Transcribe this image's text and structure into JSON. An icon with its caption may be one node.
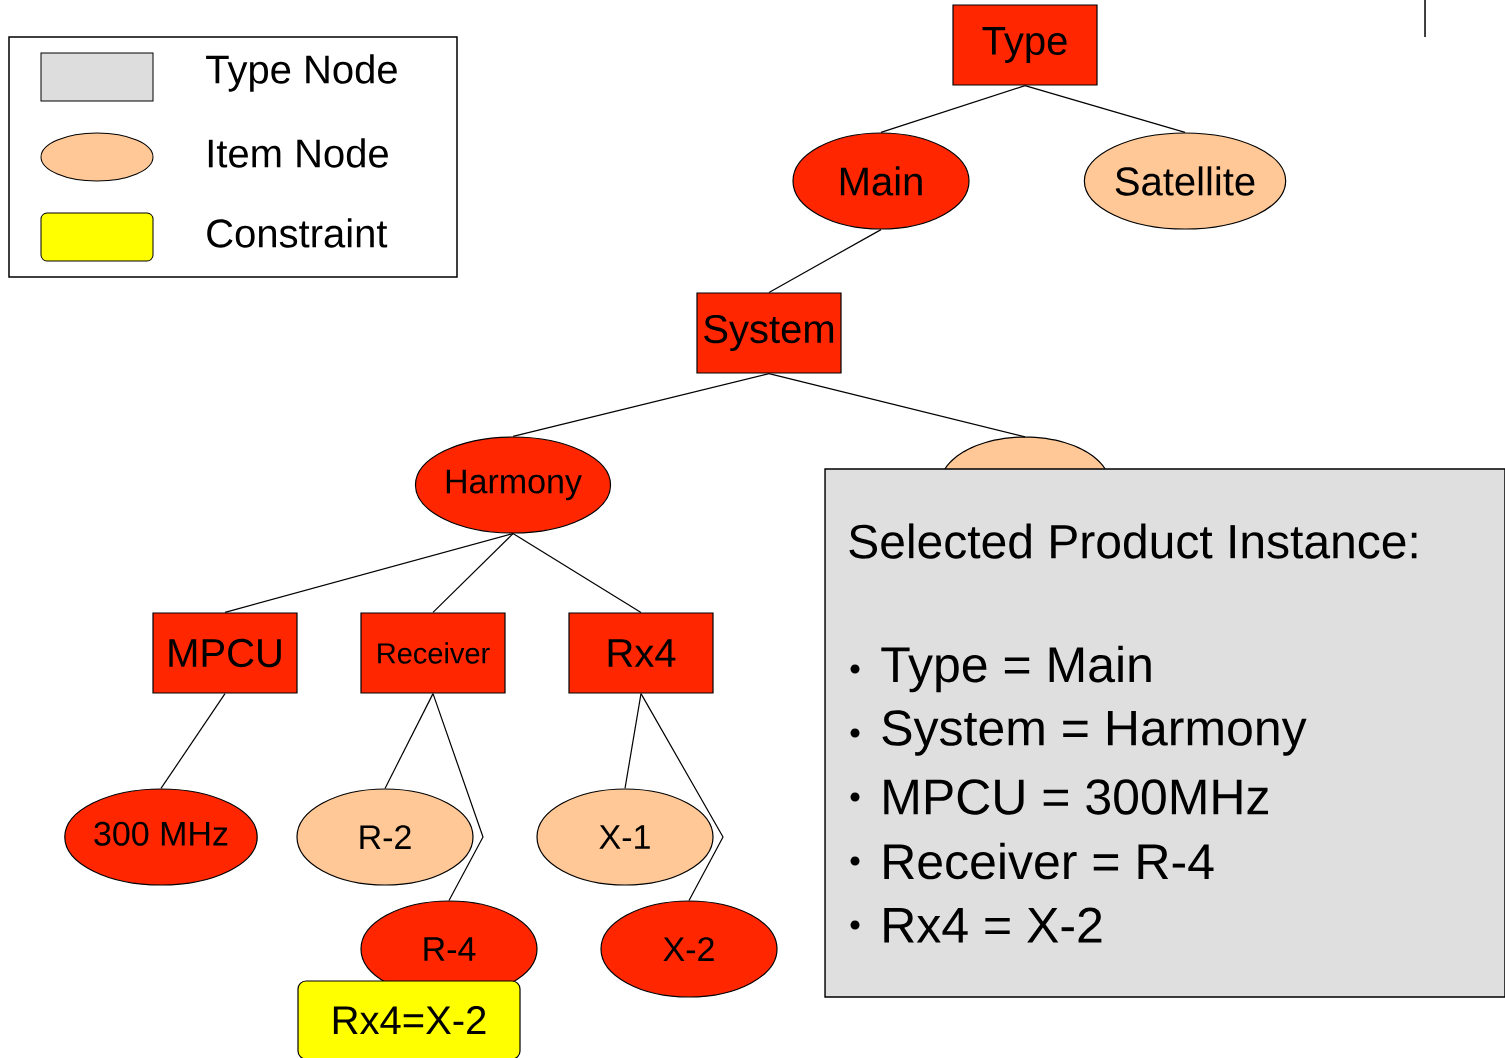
{
  "diagram": {
    "nodes": [
      {
        "text": [
          "Type"
        ]
      },
      {
        "text": [
          "Main"
        ]
      },
      {
        "text": [
          "Satellite"
        ]
      },
      {
        "text": [
          "System"
        ]
      },
      {
        "text": [
          "Harmony"
        ]
      },
      {
        "text": [],
        "shape": "ellipse"
      },
      {
        "text": [
          "MPCU"
        ]
      },
      {
        "text": [
          "Receiver"
        ]
      },
      {
        "text": [
          "Rx4"
        ]
      },
      {
        "text": [
          "300 MHz"
        ]
      },
      {
        "text": [
          "R-2"
        ]
      },
      {
        "text": [
          "X-1"
        ]
      },
      {
        "text": [
          "R-4"
        ]
      },
      {
        "text": [
          "X-2"
        ]
      },
      {
        "text": [
          "Rx4=X-2"
        ]
      },
      {
        "text": [
          "Selected Product Instance:",
          "Type = Main",
          "System = Harmony",
          "MPCU = 300MHz",
          "Receiver = R-4",
          "Rx4 = X-2"
        ]
      }
    ],
    "edges": [
      {
        "from": 0,
        "to": 1,
        "arrow": "none"
      },
      {
        "from": 0,
        "to": 2,
        "arrow": "none"
      },
      {
        "from": 1,
        "to": 3,
        "arrow": "none"
      },
      {
        "from": 3,
        "to": 4,
        "arrow": "none"
      },
      {
        "from": 3,
        "to": 5,
        "arrow": "none"
      },
      {
        "from": 4,
        "to": 6,
        "arrow": "none"
      },
      {
        "from": 4,
        "to": 7,
        "arrow": "none"
      },
      {
        "from": 4,
        "to": 8,
        "arrow": "none"
      },
      {
        "from": 6,
        "to": 9,
        "arrow": "none"
      },
      {
        "from": 7,
        "to": 10,
        "arrow": "none"
      },
      {
        "from": 7,
        "to": 12,
        "arrow": "none"
      },
      {
        "from": 8,
        "to": 11,
        "arrow": "none"
      },
      {
        "from": 8,
        "to": 13,
        "arrow": "none"
      }
    ],
    "legend": [
      {
        "text": "Type Node",
        "color": "#dddddd"
      },
      {
        "text": "Item Node",
        "color": "#ffc896"
      },
      {
        "text": "Constraint",
        "color": "#ffff00"
      }
    ]
  }
}
